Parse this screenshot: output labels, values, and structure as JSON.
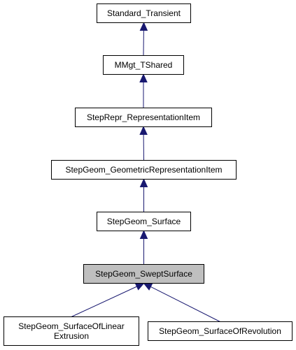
{
  "diagram": {
    "type": "class-inheritance-graph",
    "colors": {
      "edge": "#191970",
      "current_node_fill": "#bfbfbf",
      "node_fill": "#ffffff",
      "node_border": "#000000"
    },
    "nodes": [
      {
        "id": "standard-transient",
        "lines": [
          "Standard_Transient"
        ]
      },
      {
        "id": "mmgt-tshared",
        "lines": [
          "MMgt_TShared"
        ]
      },
      {
        "id": "steprepr-representationitem",
        "lines": [
          "StepRepr_RepresentationItem"
        ]
      },
      {
        "id": "stepgeom-geometricrepresentationitem",
        "lines": [
          "StepGeom_GeometricRepresentationItem"
        ]
      },
      {
        "id": "stepgeom-surface",
        "lines": [
          "StepGeom_Surface"
        ]
      },
      {
        "id": "stepgeom-sweptsurface",
        "lines": [
          "StepGeom_SweptSurface"
        ],
        "current": true
      },
      {
        "id": "stepgeom-surfaceoflinearextrusion",
        "lines": [
          "StepGeom_SurfaceOfLinear",
          "Extrusion"
        ]
      },
      {
        "id": "stepgeom-surfaceofrevolution",
        "lines": [
          "StepGeom_SurfaceOfRevolution"
        ]
      }
    ],
    "edges": [
      {
        "from": "mmgt-tshared",
        "to": "standard-transient"
      },
      {
        "from": "steprepr-representationitem",
        "to": "mmgt-tshared"
      },
      {
        "from": "stepgeom-geometricrepresentationitem",
        "to": "steprepr-representationitem"
      },
      {
        "from": "stepgeom-surface",
        "to": "stepgeom-geometricrepresentationitem"
      },
      {
        "from": "stepgeom-sweptsurface",
        "to": "stepgeom-surface"
      },
      {
        "from": "stepgeom-surfaceoflinearextrusion",
        "to": "stepgeom-sweptsurface"
      },
      {
        "from": "stepgeom-surfaceofrevolution",
        "to": "stepgeom-sweptsurface"
      }
    ]
  }
}
